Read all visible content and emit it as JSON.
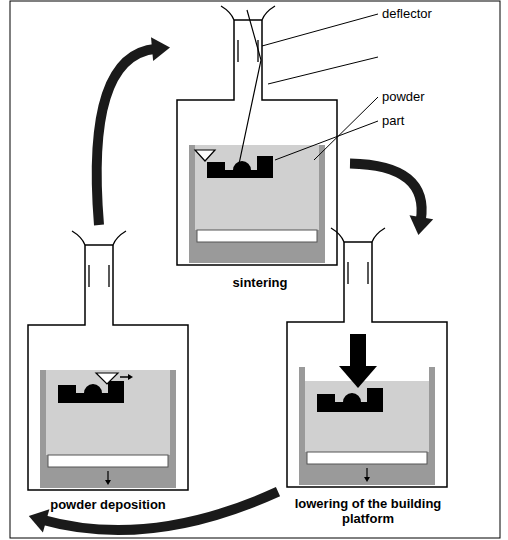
{
  "diagram": {
    "nodes": [
      {
        "text": [
          "sintering"
        ]
      },
      {
        "text": [
          "powder deposition"
        ]
      },
      {
        "text": [
          "lowering of the building platform"
        ]
      }
    ],
    "edges": [
      {
        "from": 0,
        "to": 2,
        "arrow": "to"
      },
      {
        "from": 2,
        "to": 1,
        "arrow": "to"
      },
      {
        "from": 1,
        "to": 0,
        "arrow": "to"
      }
    ],
    "labels": [
      "deflector",
      "powder",
      "part"
    ]
  }
}
